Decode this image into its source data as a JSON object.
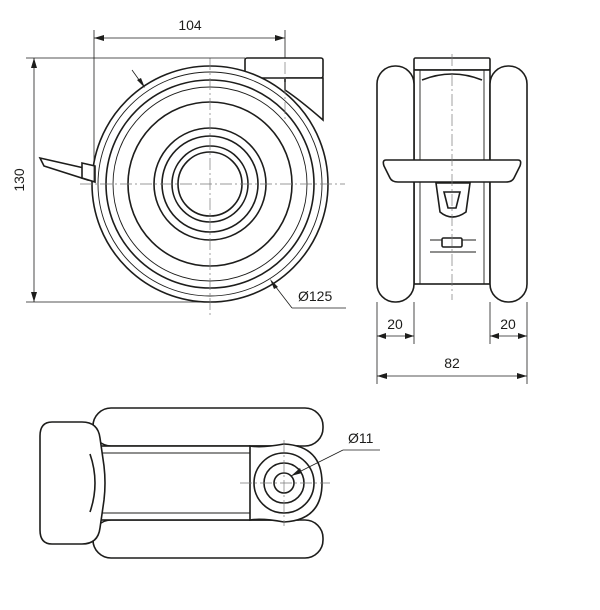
{
  "dimensions": {
    "top_width": "104",
    "height": "130",
    "wheel_diameter": "Ø125",
    "left_tread": "20",
    "right_tread": "20",
    "overall_width": "82",
    "bolt_hole": "Ø11"
  },
  "colors": {
    "line": "#1d1d1b",
    "background": "#ffffff",
    "axis": "#7a7a7a"
  }
}
